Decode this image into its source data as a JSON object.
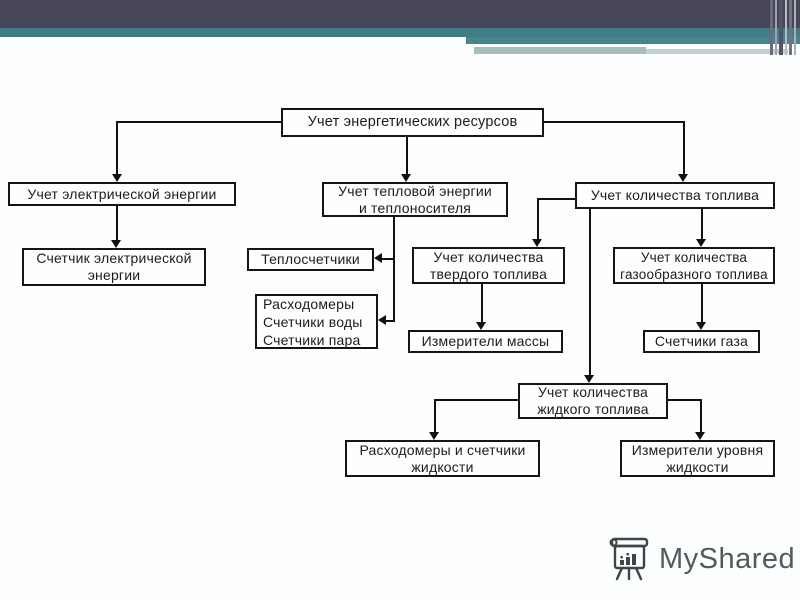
{
  "header": {
    "colors": {
      "navy": "#474658",
      "teal": "#3e7e84",
      "teal_deep": "#45858b",
      "sage": "#a9bebb",
      "sage_light": "#c2d1cf"
    }
  },
  "diagram": {
    "nodes": {
      "energy": {
        "label": "Учет энергетических ресурсов"
      },
      "electric": {
        "label": "Учет электрической энергии"
      },
      "elmeter": {
        "label": "Счетчик электрической\nэнергии"
      },
      "heat": {
        "label": "Учет тепловой энергии\nи теплоносителя"
      },
      "heatmtr": {
        "label": "Теплосчетчики"
      },
      "flow": {
        "label": "Расходомеры\nСчетчики воды\nСчетчики пара"
      },
      "solid": {
        "label": "Учет количества\nтвердого топлива"
      },
      "mass": {
        "label": "Измерители массы"
      },
      "fuel": {
        "label": "Учет количества топлива"
      },
      "gasfuel": {
        "label": "Учет количества\nгазообразного топлива"
      },
      "gasmtr": {
        "label": "Счетчики газа"
      },
      "liquid": {
        "label": "Учет количества\nжидкого топлива"
      },
      "liqflow": {
        "label": "Расходомеры и счетчики\nжидкости"
      },
      "level": {
        "label": "Измерители уровня\nжидкости"
      }
    }
  },
  "watermark": {
    "text": "MyShared",
    "color": "#54595c",
    "icon": "flipchart-chart-icon"
  }
}
